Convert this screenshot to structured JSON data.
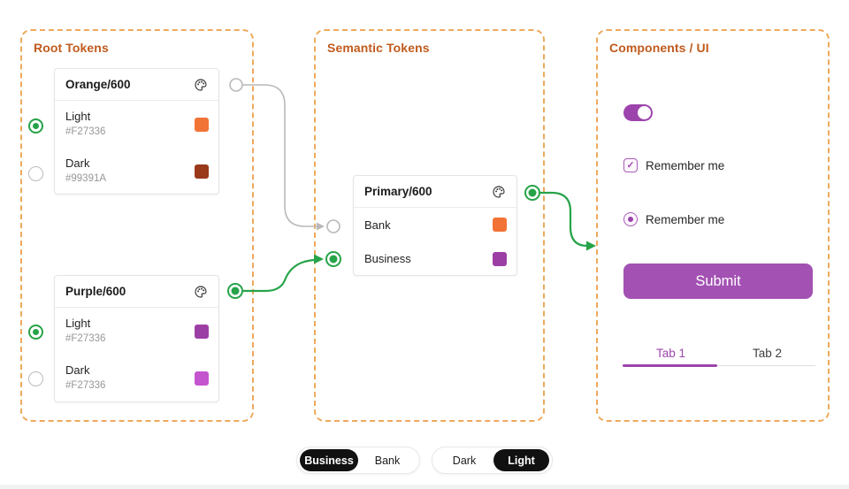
{
  "colors": {
    "panel_border": "#EDA95C",
    "panel_title": "#C05B1E",
    "green": "#27A349",
    "gray_line": "#B9B9B9",
    "purple": "#9C44AC",
    "submit_purple": "#A351B3",
    "black_pill": "#111111"
  },
  "panels": {
    "root": {
      "title": "Root Tokens"
    },
    "semantic": {
      "title": "Semantic Tokens"
    },
    "components": {
      "title": "Components / UI"
    }
  },
  "root_tokens": {
    "cards": [
      {
        "name": "Orange/600",
        "icon": "palette-icon",
        "rows": [
          {
            "label": "Light",
            "hex": "#F27336",
            "swatch": "#F27336",
            "selected": true
          },
          {
            "label": "Dark",
            "hex": "#99391A",
            "swatch": "#99391A",
            "selected": false
          }
        ]
      },
      {
        "name": "Purple/600",
        "icon": "palette-icon",
        "rows": [
          {
            "label": "Light",
            "hex": "#F27336",
            "swatch": "#9C3FA5",
            "selected": true
          },
          {
            "label": "Dark",
            "hex": "#F27336",
            "swatch": "#C455CE",
            "selected": false
          }
        ]
      }
    ]
  },
  "semantic_tokens": {
    "card": {
      "name": "Primary/600",
      "icon": "palette-icon",
      "rows": [
        {
          "label": "Bank",
          "swatch": "#F27336"
        },
        {
          "label": "Business",
          "swatch": "#9C3FA5"
        }
      ]
    }
  },
  "components": {
    "toggle_on": true,
    "checkbox_checked": true,
    "checkbox_check": "✓",
    "checkbox_label": "Remember me",
    "radio_selected": true,
    "radio_label": "Remember me",
    "submit_label": "Submit",
    "tabs": [
      {
        "label": "Tab 1",
        "active": true
      },
      {
        "label": "Tab 2",
        "active": false
      }
    ]
  },
  "switches": {
    "brand": {
      "options": [
        "Business",
        "Bank"
      ],
      "active": "Business"
    },
    "theme": {
      "options": [
        "Dark",
        "Light"
      ],
      "active": "Light"
    }
  }
}
